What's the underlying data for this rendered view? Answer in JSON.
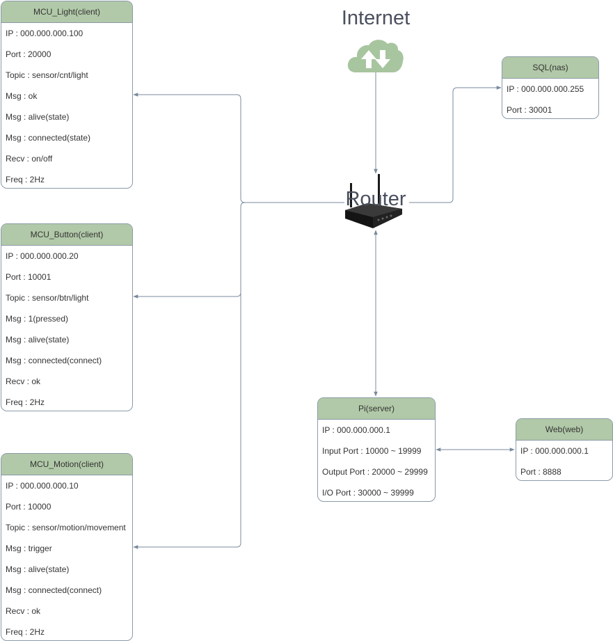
{
  "internet": {
    "label": "Internet",
    "icon": "cloud-upload-download-icon"
  },
  "router": {
    "label": "Router",
    "icon": "router-icon"
  },
  "nodes": {
    "mcu_light": {
      "title": "MCU_Light(client)",
      "rows": [
        "IP : 000.000.000.100",
        "Port : 20000",
        "Topic : sensor/cnt/light",
        "Msg : ok",
        "Msg : alive(state)",
        "Msg : connected(state)",
        "Recv : on/off",
        "Freq : 2Hz"
      ]
    },
    "mcu_button": {
      "title": "MCU_Button(client)",
      "rows": [
        "IP : 000.000.000.20",
        "Port : 10001",
        "Topic : sensor/btn/light",
        "Msg : 1(pressed)",
        "Msg : alive(state)",
        "Msg : connected(connect)",
        "Recv : ok",
        "Freq : 2Hz"
      ]
    },
    "mcu_motion": {
      "title": "MCU_Motion(client)",
      "rows": [
        "IP : 000.000.000.10",
        "Port : 10000",
        "Topic : sensor/motion/movement",
        "Msg : trigger",
        "Msg : alive(state)",
        "Msg : connected(connect)",
        "Recv : ok",
        "Freq : 2Hz"
      ]
    },
    "sql": {
      "title": "SQL(nas)",
      "rows": [
        "IP : 000.000.000.255",
        "Port : 30001"
      ]
    },
    "pi": {
      "title": "Pi(server)",
      "rows": [
        "IP : 000.000.000.1",
        "Input Port : 10000 ~ 19999",
        "Output Port : 20000 ~ 29999",
        "I/O Port : 30000 ~ 39999"
      ]
    },
    "web": {
      "title": "Web(web)",
      "rows": [
        "IP : 000.000.000.1",
        "Port : 8888"
      ]
    }
  },
  "colors": {
    "header_fill": "#b1c9a8",
    "border": "#8a9aa6",
    "connector": "#7a8a9c",
    "cloud": "#a7c59f",
    "label_text": "#4a4f5e"
  }
}
